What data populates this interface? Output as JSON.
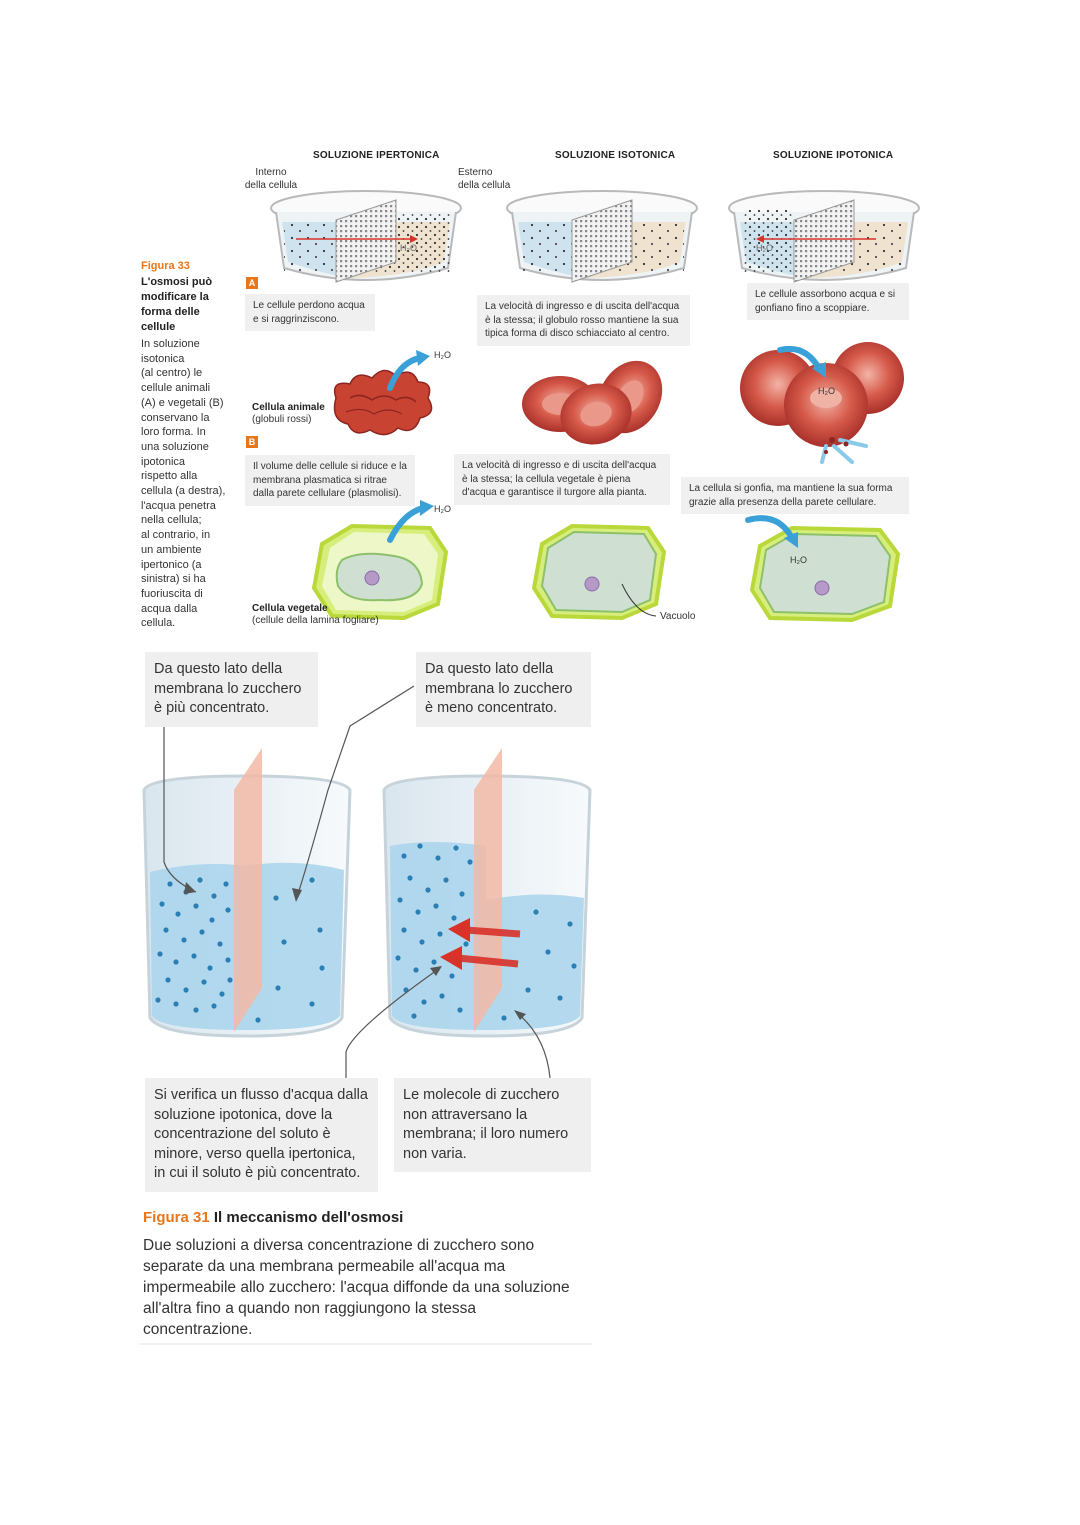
{
  "figure33": {
    "columns": [
      "SOLUZIONE IPERTONICA",
      "SOLUZIONE ISOTONICA",
      "SOLUZIONE IPOTONICA"
    ],
    "inside_label": "Interno\ndella cellula",
    "outside_label": "Esterno\ndella cellula",
    "badge_a": "A",
    "badge_b": "B",
    "captions_animal": [
      "Le cellule perdono acqua e si raggrinziscono.",
      "La velocità di ingresso e di uscita dell'acqua è la stessa; il globulo rosso mantiene la sua tipica forma di disco schiacciato al centro.",
      "Le cellule assorbono acqua e si gonfiano fino a scoppiare."
    ],
    "captions_plant": [
      "Il volume delle cellule si riduce e la membrana plasmatica si ritrae dalla parete cellulare (plasmolisi).",
      "La velocità di ingresso e di uscita dell'acqua è la stessa; la cellula vegetale è piena d'acqua e garantisce il turgore alla pianta.",
      "La cellula si gonfia, ma mantiene la sua forma grazie alla presenza della parete cellulare."
    ],
    "animal_label": "Cellula animale",
    "animal_sub": "(globuli rossi)",
    "plant_label": "Cellula vegetale",
    "plant_sub": "(cellule della lamina fogliare)",
    "vacuole_label": "Vacuolo",
    "h2o": "H₂O",
    "sidebar": {
      "title": "Figura 33",
      "bold": "L'osmosi può modificare la forma delle cellule",
      "text_lines": [
        "In soluzione",
        "isotonica",
        "(al centro) le",
        "cellule animali",
        "(A) e vegetali (B)",
        "conservano la",
        "loro forma. In",
        "una soluzione",
        "ipotonica",
        "rispetto alla",
        "cellula (a destra),",
        "l'acqua penetra",
        "nella cellula;",
        "al contrario, in",
        "un ambiente",
        "ipertonico (a",
        "sinistra) si ha",
        "fuoriuscita di",
        "acqua dalla",
        "cellula."
      ]
    }
  },
  "figure31": {
    "label_left": "Da questo lato della membrana lo zucchero è più concentrato.",
    "label_right": "Da questo lato della membrana lo zucchero è meno concentrato.",
    "label_flow": "Si verifica un flusso d'acqua dalla soluzione ipotonica, dove la concentrazione del soluto è minore, verso quella ipertonica, in cui il soluto è più concentrato.",
    "label_molecules": "Le molecole di zucchero non attraversano la membrana; il loro numero non varia.",
    "title_num": "Figura 31",
    "title_text": "Il meccanismo dell'osmosi",
    "description": "Due soluzioni a diversa concentrazione di zucchero sono separate da una membrana permeabile all'acqua ma impermeabile allo zucchero: l'acqua diffonde da una soluzione all'altra fino a quando non raggiungono la stessa concentrazione."
  }
}
